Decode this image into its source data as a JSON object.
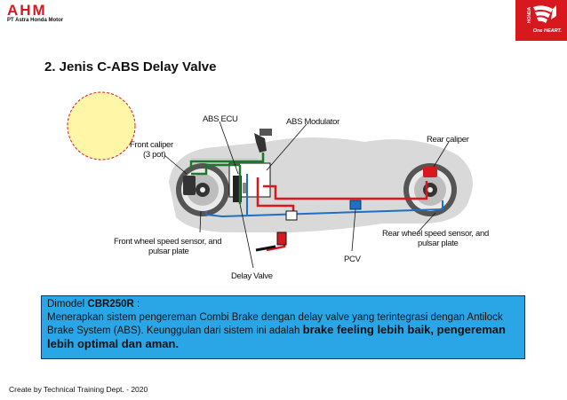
{
  "header": {
    "logo_text": "AHM",
    "logo_subtitle": "PT Astra Honda Motor",
    "brand_word": "HONDA",
    "brand_tagline": "One HEART."
  },
  "slide": {
    "title": "2. Jenis C-ABS Delay Valve"
  },
  "diagram_labels": {
    "abs_ecu": "ABS ECU",
    "abs_modulator": "ABS Modulator",
    "front_caliper_1": "Front caliper",
    "front_caliper_2": "(3 pot)",
    "rear_caliper": "Rear caliper",
    "front_sensor_1": "Front wheel speed sensor, and",
    "front_sensor_2": "pulsar plate",
    "rear_sensor_1": "Rear wheel speed sensor, and",
    "rear_sensor_2": "pulsar plate",
    "pcv": "PCV",
    "delay_valve": "Delay Valve"
  },
  "info": {
    "line1_prefix": "Dimodel ",
    "line1_model": "CBR250R",
    "line1_suffix": " :",
    "body_normal": "Menerapkan sistem  pengereman Combi Brake dengan delay valve yang terintegrasi dengan Antilock Brake System (ABS). Keunggulan dari sistem ini adalah ",
    "body_bold": "brake feeling lebih baik, pengereman lebih optimal dan aman."
  },
  "footer": {
    "text": "Create by Technical Training Dept. - 2020"
  },
  "colors": {
    "brand_red": "#d7181f",
    "info_bg": "#2aa6e6",
    "sticky_yellow": "#fff6a8"
  }
}
